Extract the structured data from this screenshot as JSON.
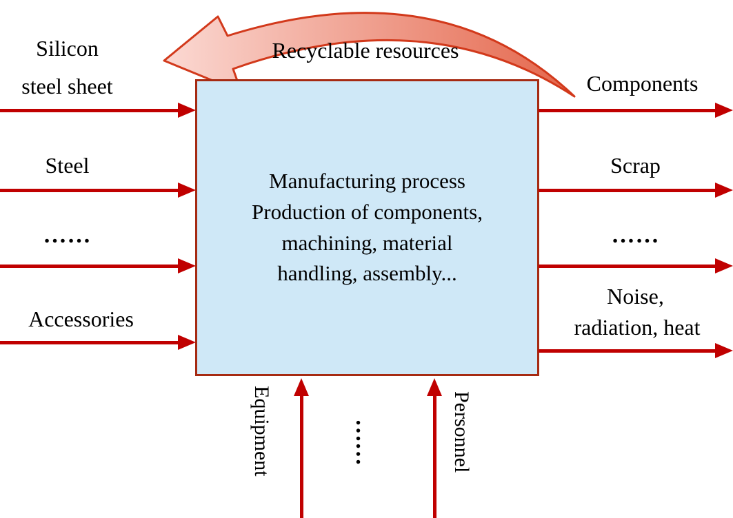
{
  "diagram": {
    "recycle_label": "Recyclable resources",
    "box_lines": [
      "Manufacturing process",
      "Production of components,",
      "machining, material",
      "handling, assembly..."
    ],
    "inputs": [
      {
        "line1": "Silicon",
        "line2": "steel sheet"
      },
      {
        "label": "Steel"
      },
      {
        "label": "……"
      },
      {
        "label": "Accessories"
      }
    ],
    "outputs": [
      {
        "label": "Components"
      },
      {
        "label": "Scrap"
      },
      {
        "label": "……"
      },
      {
        "line1": "Noise,",
        "line2": "radiation, heat"
      }
    ],
    "bottom": {
      "equipment": "Equipment",
      "dots": "……",
      "personnel": "Personnel"
    },
    "colors": {
      "arrow": "#c00000",
      "box_fill": "#cfe8f7",
      "box_border": "#a62a12",
      "curve_stroke": "#d2391b",
      "curve_fill_light": "#fbd9d3",
      "curve_fill_dark": "#e4664b",
      "text": "#000000"
    }
  }
}
